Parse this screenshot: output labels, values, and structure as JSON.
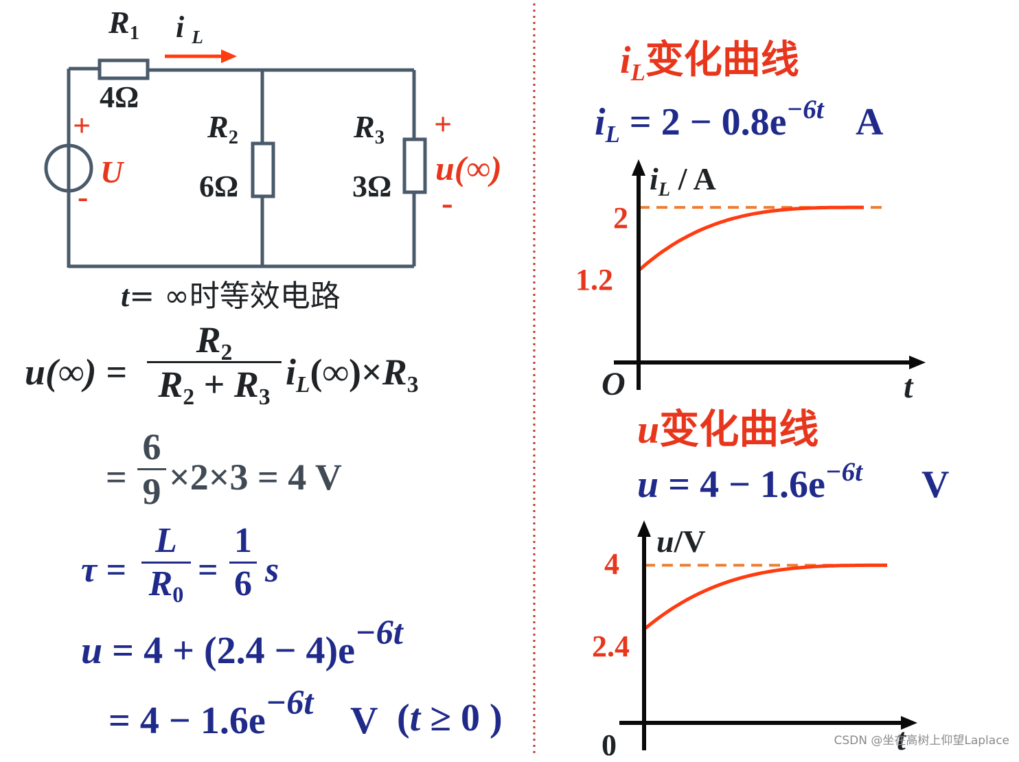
{
  "circuit": {
    "r1_label": "R",
    "r1_sub": "1",
    "r1_value": "4Ω",
    "il_label": "i",
    "il_sub": "L",
    "r2_label": "R",
    "r2_sub": "2",
    "r2_value": "6Ω",
    "r3_label": "R",
    "r3_sub": "3",
    "r3_value": "3Ω",
    "source_plus": "+",
    "source_minus": "-",
    "source_label": "U",
    "out_plus": "+",
    "out_minus": "-",
    "out_label": "u(∞)",
    "caption_t": "t",
    "caption_rest": "= ∞时等效电路"
  },
  "equations": {
    "eq1_lhs": "u(∞) =",
    "eq1_num_var": "R",
    "eq1_num_sub": "2",
    "eq1_den": "R₂ + R₃",
    "eq1_den_a": "R",
    "eq1_den_a_sub": "2",
    "eq1_den_plus": " + ",
    "eq1_den_b": "R",
    "eq1_den_b_sub": "3",
    "eq1_rhs_i": "i",
    "eq1_rhs_sub": "L",
    "eq1_rhs_rest": "(∞)×",
    "eq1_rhs_r": "R",
    "eq1_rhs_rsub": "3",
    "eq2_eq": "=",
    "eq2_num": "6",
    "eq2_den": "9",
    "eq2_rest": "×2×3 = 4 V",
    "eq3_tau": "τ =",
    "eq3_num1": "L",
    "eq3_den1": "R",
    "eq3_den1_sub": "0",
    "eq3_eq": "=",
    "eq3_num2": "1",
    "eq3_den2": "6",
    "eq3_unit": "s",
    "eq4_lhs": "u",
    "eq4_mid": " = 4 + (2.4 − 4)e",
    "eq4_exp": "−6t",
    "eq5_mid": "= 4 − 1.6e",
    "eq5_exp": "−6t",
    "eq5_unit": "V",
    "eq5_cond_open": "(",
    "eq5_cond_t": "t",
    "eq5_cond_rest": " ≥ 0 )"
  },
  "right": {
    "il_title_var": "i",
    "il_title_sub": "L",
    "il_title_text": "变化曲线",
    "il_formula_var": "i",
    "il_formula_sub": "L",
    "il_formula_rest": " = 2 − 0.8e",
    "il_formula_exp": "−6t",
    "il_formula_unit": "A",
    "u_title_var": "u",
    "u_title_text": "变化曲线",
    "u_formula_var": "u",
    "u_formula_rest": " = 4 − 1.6e",
    "u_formula_exp": "−6t",
    "u_formula_unit": "V"
  },
  "chart_data": [
    {
      "type": "line",
      "ylabel_var": "i",
      "ylabel_sub": "L",
      "ylabel_unit": " / A",
      "xlabel": "t",
      "origin_label": "O",
      "y_final_label": "2",
      "y_initial_label": "1.2",
      "series": [
        {
          "initial": 1.2,
          "final": 2,
          "rate": 6
        }
      ],
      "ylim": [
        0,
        2.55
      ],
      "colors": {
        "curve": "#ff3b0f",
        "asymptote": "#ee7d2e",
        "axis": "#0a0a0a"
      }
    },
    {
      "type": "line",
      "ylabel_var": "u",
      "ylabel_unit": "/V",
      "xlabel": "t",
      "origin_label": "0",
      "y_final_label": "4",
      "y_initial_label": "2.4",
      "series": [
        {
          "initial": 2.4,
          "final": 4,
          "rate": 6
        }
      ],
      "ylim": [
        0,
        5.0
      ],
      "colors": {
        "curve": "#ff3b0f",
        "asymptote": "#ee7d2e",
        "axis": "#0a0a0a"
      }
    }
  ],
  "watermark": "CSDN @坐在高树上仰望Laplace",
  "colors": {
    "wire": "#4a5a6a",
    "divider": "#c0392b",
    "arrow": "#ff3b0f",
    "blue": "#1f2a8a",
    "red": "#e8361c"
  }
}
